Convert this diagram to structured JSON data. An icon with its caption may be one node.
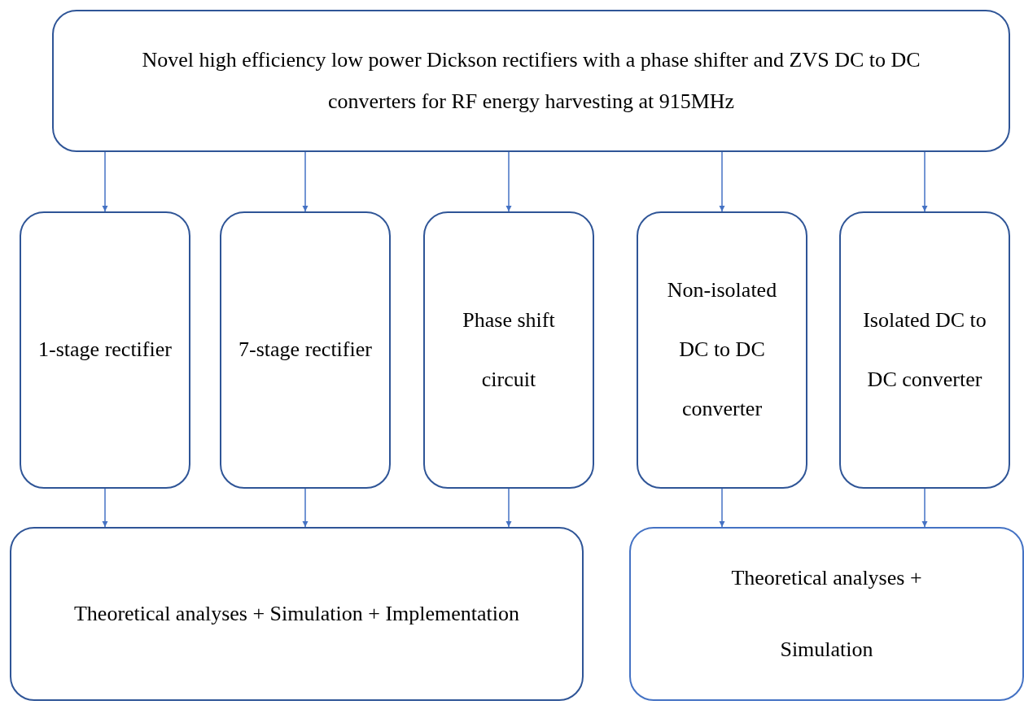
{
  "diagram": {
    "nodes": [
      {
        "text": [
          "Novel high efficiency low power Dickson rectifiers with a phase shifter and ZVS DC to DC converters for RF energy harvesting at 915MHz"
        ]
      },
      {
        "text": [
          "1-stage rectifier"
        ]
      },
      {
        "text": [
          "7-stage rectifier"
        ]
      },
      {
        "text": [
          "Phase shift circuit"
        ]
      },
      {
        "text": [
          "Non-isolated DC to DC converter"
        ]
      },
      {
        "text": [
          "Isolated DC to DC converter"
        ]
      },
      {
        "text": [
          "Theoretical analyses + Simulation + Implementation"
        ]
      },
      {
        "text": [
          "Theoretical analyses + Simulation"
        ]
      }
    ],
    "edges": [
      {
        "from": 0,
        "to": 1,
        "arrow": "to"
      },
      {
        "from": 0,
        "to": 2,
        "arrow": "to"
      },
      {
        "from": 0,
        "to": 3,
        "arrow": "to"
      },
      {
        "from": 0,
        "to": 4,
        "arrow": "to"
      },
      {
        "from": 0,
        "to": 5,
        "arrow": "to"
      },
      {
        "from": 1,
        "to": 6,
        "arrow": "to"
      },
      {
        "from": 2,
        "to": 6,
        "arrow": "to"
      },
      {
        "from": 3,
        "to": 6,
        "arrow": "to"
      },
      {
        "from": 4,
        "to": 7,
        "arrow": "to"
      },
      {
        "from": 5,
        "to": 7,
        "arrow": "to"
      }
    ]
  }
}
